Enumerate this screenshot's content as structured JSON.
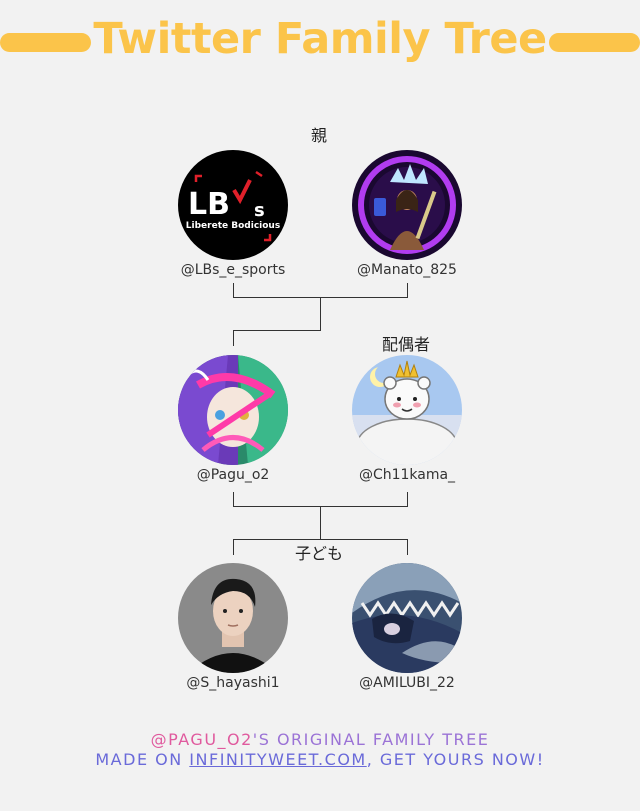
{
  "header": {
    "title": "Twitter Family Tree"
  },
  "labels": {
    "parents": "親",
    "spouse": "配偶者",
    "children": "子ども"
  },
  "parents": [
    {
      "handle": "@LBs_e_sports",
      "avatar_icon": "lbs-logo-icon",
      "avatar_text": "LB",
      "avatar_text2": "s",
      "avatar_caption": "Liberete Bodicious"
    },
    {
      "handle": "@Manato_825",
      "avatar_icon": "game-character-avatar-icon"
    }
  ],
  "self": {
    "handle": "@Pagu_o2",
    "avatar_icon": "anime-girl-avatar-icon"
  },
  "spouse": {
    "handle": "@Ch11kama_",
    "avatar_icon": "bear-king-avatar-icon"
  },
  "children": [
    {
      "handle": "@S_hayashi1",
      "avatar_icon": "person-avatar-icon"
    },
    {
      "handle": "@AMILUBI_22",
      "avatar_icon": "anime-shark-avatar-icon"
    }
  ],
  "footer": {
    "user": "@PAGU_O2",
    "line1_rest": "'S ORIGINAL FAMILY TREE",
    "line2_prefix": "MADE ON ",
    "link": "INFINITYWEET.COM",
    "line2_suffix": ", GET YOURS NOW!"
  },
  "colors": {
    "accent": "#fbc44a",
    "footer_purple": "#9b73d6",
    "footer_pink": "#e05a9e",
    "footer_blue": "#6a6ad9"
  }
}
